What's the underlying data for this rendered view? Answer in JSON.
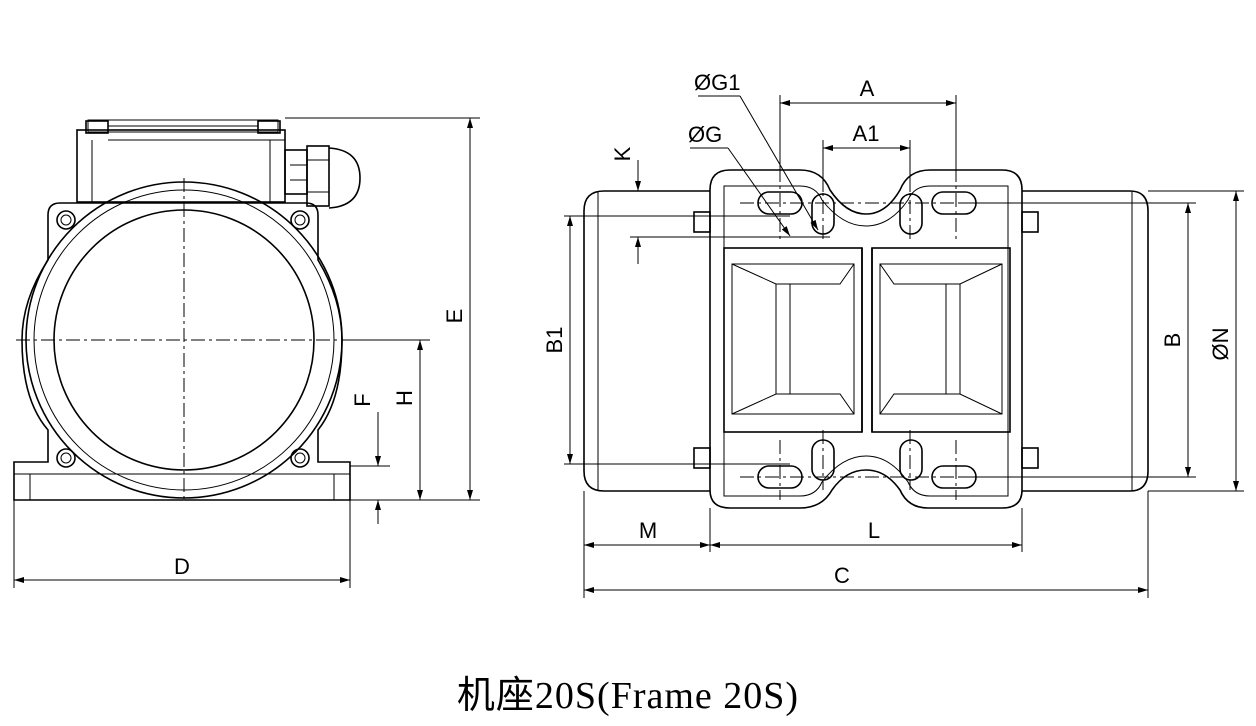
{
  "caption": "机座20S(Frame 20S)",
  "dimension_labels": {
    "A": "A",
    "A1": "A1",
    "B": "B",
    "B1": "B1",
    "C": "C",
    "D": "D",
    "E": "E",
    "F": "F",
    "H": "H",
    "K": "K",
    "L": "L",
    "M": "M",
    "G": "ØG",
    "G1": "ØG1",
    "N": "ØN"
  },
  "colors": {
    "line": "#000000",
    "background": "#ffffff"
  }
}
